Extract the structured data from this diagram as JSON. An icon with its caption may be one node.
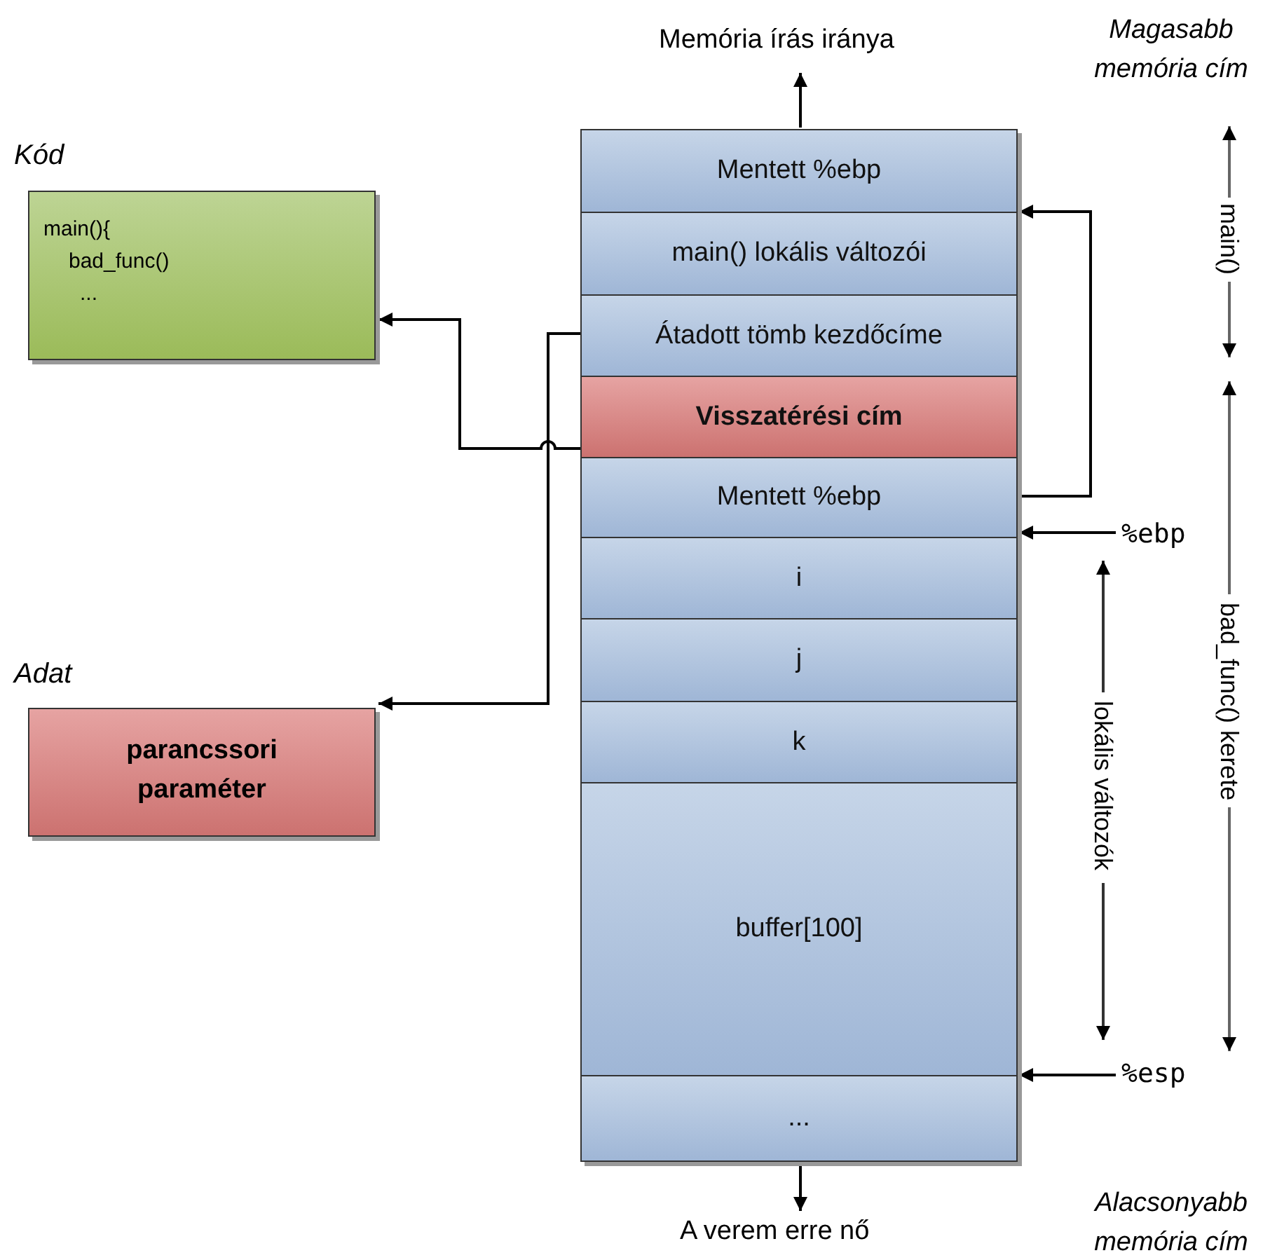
{
  "diagram": {
    "nodes": [
      {
        "text": [
          "Kód",
          "main(){",
          "bad_func()",
          "..."
        ]
      },
      {
        "text": [
          "Adat",
          "parancssori paraméter"
        ]
      },
      {
        "text": [
          "Mentett %ebp"
        ]
      },
      {
        "text": [
          "main() lokális változói"
        ]
      },
      {
        "text": [
          "Átadott tömb kezdőcíme"
        ]
      },
      {
        "text": [
          "Visszatérési cím"
        ]
      },
      {
        "text": [
          "Mentett %ebp"
        ]
      },
      {
        "text": [
          "i"
        ]
      },
      {
        "text": [
          "j"
        ]
      },
      {
        "text": [
          "k"
        ]
      },
      {
        "text": [
          "buffer[100]"
        ]
      },
      {
        "text": [
          "..."
        ]
      },
      {
        "text": [
          "%ebp"
        ]
      },
      {
        "text": [
          "%esp"
        ]
      },
      {
        "text": [
          "Memória írás iránya"
        ]
      },
      {
        "text": [
          "A verem erre nő"
        ]
      }
    ],
    "edges": [
      {
        "from": 5,
        "to": 0,
        "arrow": "to"
      },
      {
        "from": 4,
        "to": 1,
        "arrow": "to"
      },
      {
        "from": 6,
        "to": 3,
        "arrow": "to"
      },
      {
        "from": 12,
        "to": 7,
        "arrow": "to"
      },
      {
        "from": 13,
        "to": 11,
        "arrow": "to"
      },
      {
        "from": 2,
        "to": 14,
        "arrow": "to"
      },
      {
        "from": 11,
        "to": 15,
        "arrow": "to"
      }
    ],
    "labels": [
      "Magasabb memória cím",
      "main()",
      "bad_func() kerete",
      "lokális változók",
      "Alacsonyabb memória cím"
    ]
  }
}
